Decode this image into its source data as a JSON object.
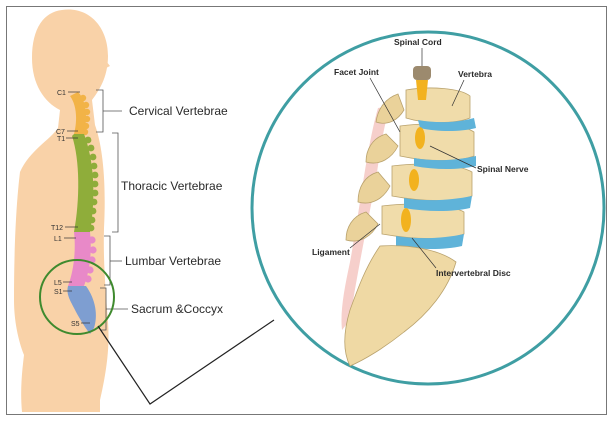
{
  "levels": {
    "c1": "C1",
    "c7": "C7",
    "t1": "T1",
    "t12": "T12",
    "l1": "L1",
    "l5": "L5",
    "s1": "S1",
    "s5": "S5"
  },
  "regions": {
    "cervical": "Cervical Vertebrae",
    "thoracic": "Thoracic Vertebrae",
    "lumbar": "Lumbar Vertebrae",
    "sacrum": "Sacrum &Coccyx"
  },
  "detail": {
    "spinal_cord": "Spinal Cord",
    "facet_joint": "Facet Joint",
    "vertebra": "Vertebra",
    "spinal_nerve": "Spinal Nerve",
    "ligament": "Ligament",
    "intervertebral_disc": "Intervertebral Disc"
  },
  "colors": {
    "body": "#f9d2a8",
    "cervical": "#f2b347",
    "thoracic": "#8fad3a",
    "lumbar": "#e889c8",
    "sacrum": "#7e9ed1",
    "circle_green": "#3f8a2e",
    "circle_teal": "#3f9ea3",
    "bone": "#f0dcaa",
    "disc": "#5fb3d9",
    "nerve": "#f2b21f"
  }
}
